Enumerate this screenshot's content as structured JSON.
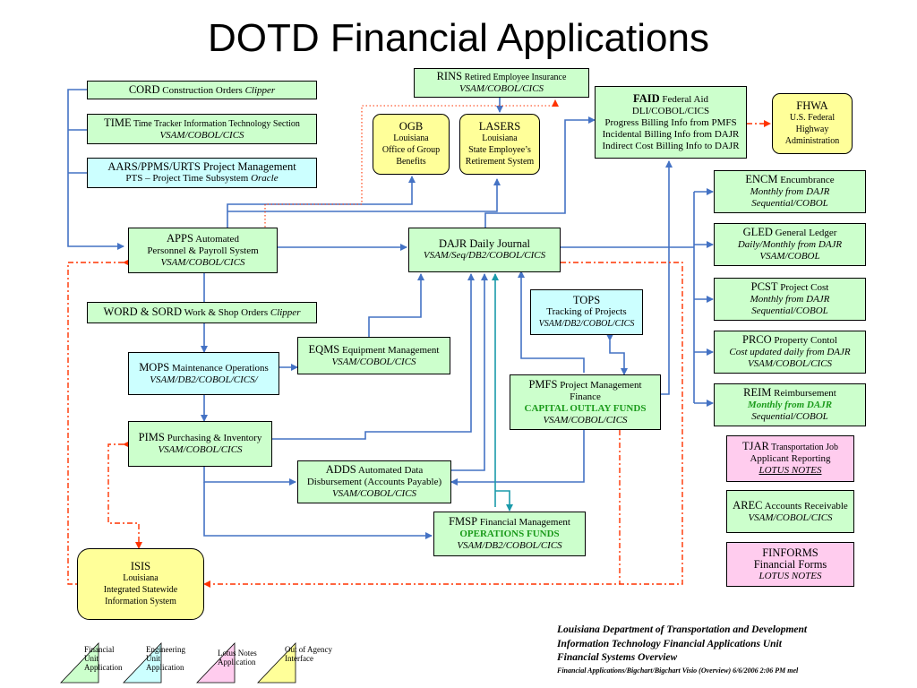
{
  "title": "DOTD Financial Applications",
  "boxes": {
    "cord": {
      "l1a": "CORD",
      "l1b": " Construction Orders ",
      "l1c": "Clipper"
    },
    "time": {
      "l1a": "TIME",
      "l1b": "  Time Tracker Information Technology Section",
      "l2": "VSAM/COBOL/CICS"
    },
    "aars": {
      "l1": "AARS/PPMS/URTS Project Management",
      "l2a": "PTS – Project Time Subsystem ",
      "l2b": "Oracle"
    },
    "rins": {
      "l1a": "RINS",
      "l1b": "  Retired Employee Insurance",
      "l2": "VSAM/COBOL/CICS"
    },
    "ogb": {
      "l1": "OGB",
      "l2": "Louisiana",
      "l3": "Office of Group",
      "l4": "Benefits"
    },
    "lasers": {
      "l1": "LASERS",
      "l2": "Louisiana",
      "l3": "State Employee’s",
      "l4": "Retirement System"
    },
    "faid": {
      "l1a": "FAID",
      "l1b": " Federal Aid",
      "l2": "DLI/COBOL/CICS",
      "l3": "Progress Billing Info from PMFS",
      "l4": "Incidental Billing Info from DAJR",
      "l5": "Indirect Cost Billing Info to DAJR"
    },
    "fhwa": {
      "l1": "FHWA",
      "l2": "U.S. Federal",
      "l3": "Highway",
      "l4": "Administration"
    },
    "encm": {
      "l1a": "ENCM",
      "l1b": " Encumbrance",
      "l2": "Monthly from DAJR",
      "l3": "Sequential/COBOL"
    },
    "gled": {
      "l1a": "GLED",
      "l1b": " General Ledger",
      "l2": "Daily/Monthly from DAJR",
      "l3": "VSAM/COBOL"
    },
    "pcst": {
      "l1a": "PCST",
      "l1b": " Project Cost",
      "l2": "Monthly from DAJR",
      "l3": "Sequential/COBOL"
    },
    "prco": {
      "l1a": "PRCO",
      "l1b": " Property Contol",
      "l2": "Cost updated daily from DAJR",
      "l3": "VSAM/COBOL/CICS"
    },
    "reim": {
      "l1a": "REIM",
      "l1b": " Reimbursement",
      "l2": "Monthly from DAJR",
      "l3": "Sequential/COBOL"
    },
    "tjar": {
      "l1a": "TJAR",
      "l1b": "  Transportation Job",
      "l2": "Applicant Reporting",
      "l3": "LOTUS NOTES"
    },
    "arec": {
      "l1a": "AREC",
      "l1b": " Accounts Receivable",
      "l2": "VSAM/COBOL/CICS"
    },
    "finforms": {
      "l1": "FINFORMS",
      "l2": "Financial Forms",
      "l3": "LOTUS NOTES"
    },
    "apps": {
      "l1a": "APPS",
      "l1b": " Automated",
      "l2": "Personnel & Payroll System",
      "l3": "VSAM/COBOL/CICS"
    },
    "dajr": {
      "l1": "DAJR Daily Journal",
      "l2": "VSAM/Seq/DB2/COBOL/CICS"
    },
    "tops": {
      "l1": "TOPS",
      "l2": "Tracking of Projects",
      "l3": "VSAM/DB2/COBOL/CICS"
    },
    "word": {
      "l1a": "WORD & SORD",
      "l1b": " Work & Shop Orders ",
      "l1c": "Clipper"
    },
    "eqms": {
      "l1a": "EQMS",
      "l1b": " Equipment Management",
      "l2": "VSAM/COBOL/CICS"
    },
    "mops": {
      "l1a": "MOPS",
      "l1b": " Maintenance Operations",
      "l2": "VSAM/DB2/COBOL/CICS/"
    },
    "pmfs": {
      "l1a": "PMFS",
      "l1b": " Project Management",
      "l2": "Finance",
      "l3": "CAPITAL OUTLAY FUNDS",
      "l4": "VSAM/COBOL/CICS"
    },
    "pims": {
      "l1a": "PIMS",
      "l1b": " Purchasing & Inventory",
      "l2": "VSAM/COBOL/CICS"
    },
    "adds": {
      "l1a": "ADDS",
      "l1b": " Automated Data",
      "l2": "Disbursement (Accounts Payable)",
      "l3": "VSAM/COBOL/CICS"
    },
    "fmsp": {
      "l1a": "FMSP",
      "l1b": " Financial Management",
      "l2": "OPERATIONS FUNDS",
      "l3": "VSAM/DB2/COBOL/CICS"
    },
    "isis": {
      "l1": "ISIS",
      "l2": "Louisiana",
      "l3": "Integrated Statewide",
      "l4": "Information System"
    }
  },
  "legend": {
    "financial": {
      "l1": "Financial",
      "l2": "Unit",
      "l3": "Application"
    },
    "engineering": {
      "l1": "Engineering",
      "l2": "Unit",
      "l3": "Application"
    },
    "lotus": {
      "l1": "Lotus Notes",
      "l2": "Application"
    },
    "agency": {
      "l1": "Out of Agency",
      "l2": "Interface"
    }
  },
  "footer": {
    "l1": "Louisiana Department of Transportation and Development",
    "l2": "Information Technology Financial Applications Unit",
    "l3": "Financial Systems Overview",
    "l4": "Financial Applications/Bigchart/Bigchart Visio (Overview)  6/6/2006 2:06 PM mel"
  },
  "colors": {
    "line": "#4472c4",
    "dashed": "#ff3300",
    "teal": "#1a9aaa",
    "financial": "#ccffcc",
    "engineering": "#ccffff",
    "lotus": "#ffccee",
    "agency": "#ffff99"
  }
}
